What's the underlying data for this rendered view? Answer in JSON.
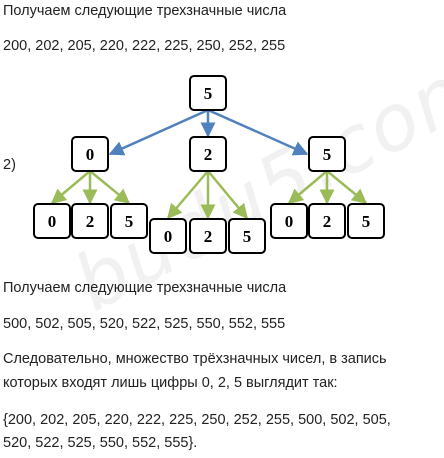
{
  "text": {
    "result_intro_1": "Получаем следующие трехзначные числа",
    "numbers_1": "200, 202, 205, 220, 222, 225, 250, 252, 255",
    "part_label": "2)",
    "result_intro_2": "Получаем следующие трехзначные числа",
    "numbers_2": "500, 502, 505, 520, 522, 525, 550, 552, 555",
    "conclusion_1": "Следовательно, множество трёхзначных чисел, в запись",
    "conclusion_2": "которых входят лишь цифры 0, 2, 5 выглядит так:",
    "set_1": "{200, 202, 205, 220, 222, 225, 250, 252, 255, 500, 502, 505,",
    "set_2": "520, 522, 525, 550, 552, 555}."
  },
  "watermark": "budu5.com",
  "tree": {
    "root": "5",
    "level2": [
      "0",
      "2",
      "5"
    ],
    "level3": [
      [
        "0",
        "2",
        "5"
      ],
      [
        "0",
        "2",
        "5"
      ],
      [
        "0",
        "2",
        "5"
      ]
    ]
  },
  "colors": {
    "blue_arrow": "#4f81bd",
    "green_arrow": "#9bbb59"
  }
}
